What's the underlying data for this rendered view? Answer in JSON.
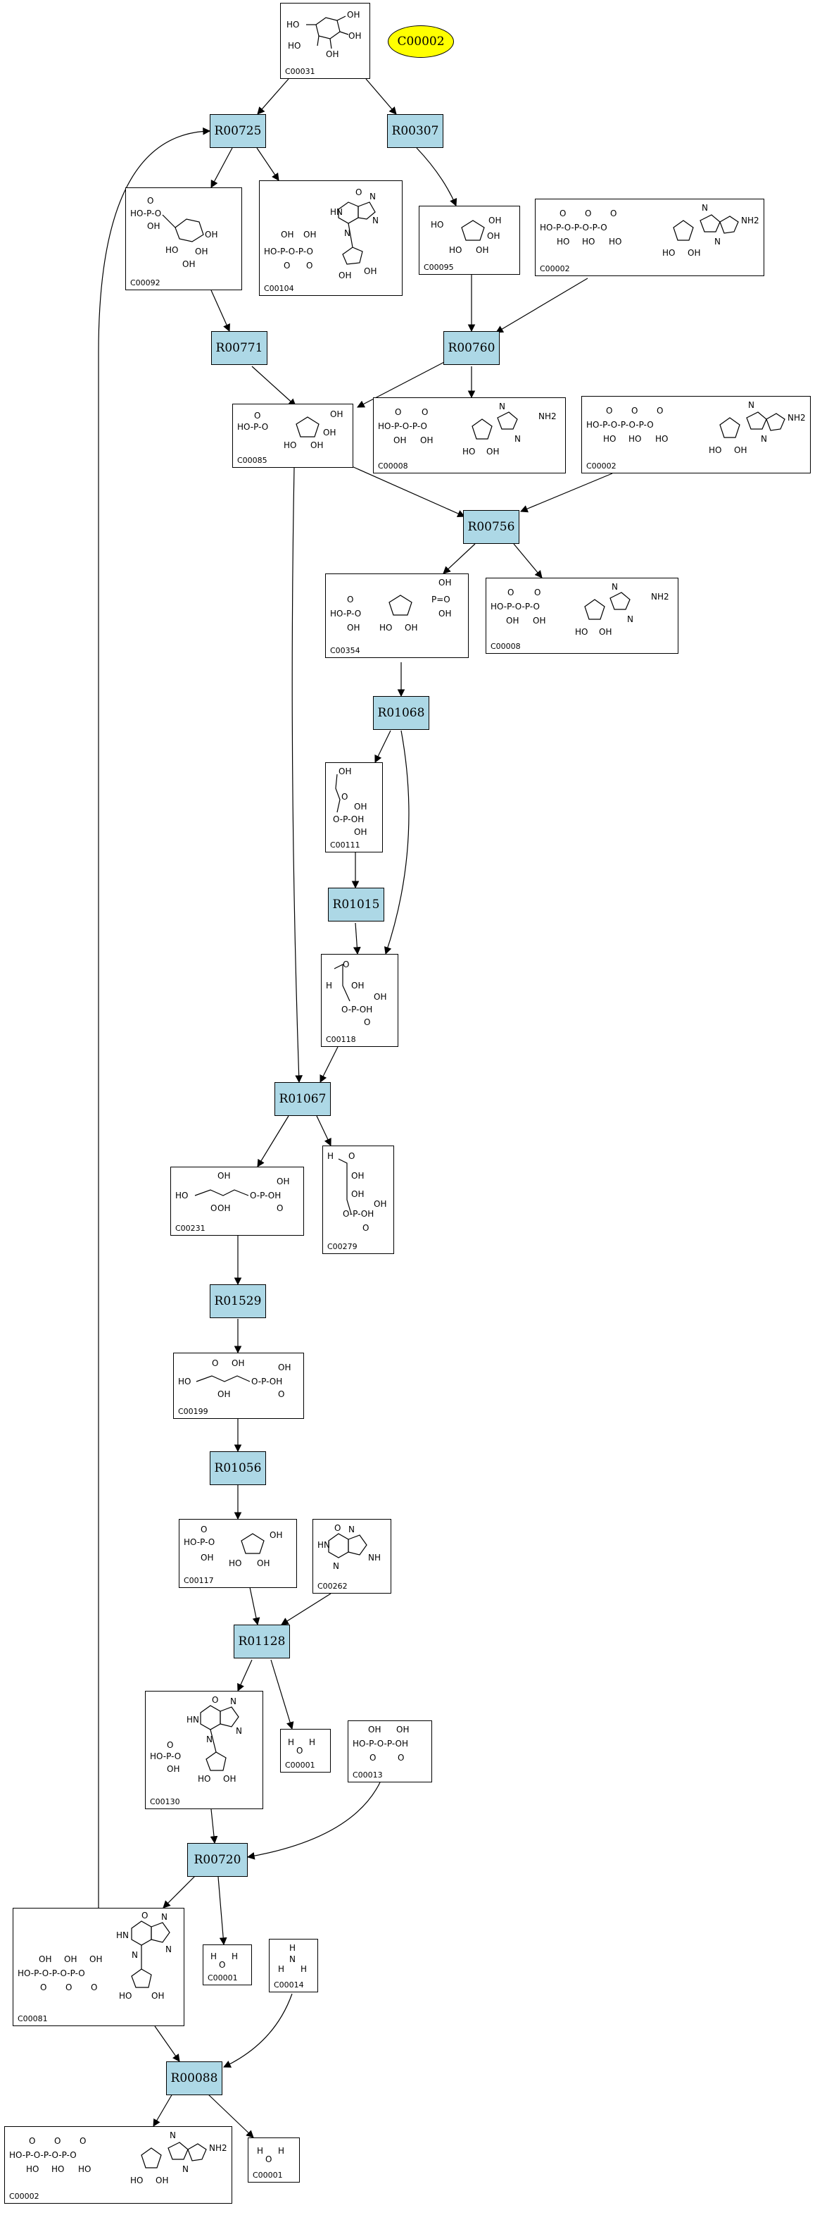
{
  "highlight": {
    "label": "C00002",
    "color": "#ffff00"
  },
  "reaction_color": "#add8e6",
  "reactions": {
    "r00725": "R00725",
    "r00307": "R00307",
    "r00771": "R00771",
    "r00760": "R00760",
    "r00756": "R00756",
    "r01068": "R01068",
    "r01015": "R01015",
    "r01067": "R01067",
    "r01529": "R01529",
    "r01056": "R01056",
    "r01128": "R01128",
    "r00720": "R00720",
    "r00088": "R00088"
  },
  "compounds": {
    "c00031": {
      "id": "C00031",
      "structure": "sugar-ring",
      "atoms": [
        "HO",
        "OH",
        "HO",
        "OH",
        "OH"
      ]
    },
    "c00092": {
      "id": "C00092",
      "structure": "sugar-phosphate",
      "atoms": [
        "HO-P-O",
        "O",
        "OH",
        "HO",
        "OH",
        "OH",
        "OH"
      ]
    },
    "c00104": {
      "id": "C00104",
      "structure": "nucleotide-diphosphate",
      "atoms": [
        "O",
        "HN",
        "N",
        "N",
        "N",
        "OH",
        "OH",
        "HO-P-O-P-O",
        "O",
        "O",
        "OH",
        "OH"
      ]
    },
    "c00095": {
      "id": "C00095",
      "structure": "furanose",
      "atoms": [
        "HO",
        "OH",
        "HO",
        "OH",
        "OH"
      ]
    },
    "c00002_a": {
      "id": "C00002",
      "structure": "atp",
      "atoms": [
        "HO-P-O-P-O-P-O",
        "O",
        "O",
        "O",
        "HO",
        "HO",
        "HO",
        "HO",
        "OH",
        "N",
        "N",
        "NH2"
      ]
    },
    "c00085": {
      "id": "C00085",
      "structure": "furanose-phosphate",
      "atoms": [
        "HO-P-O",
        "O",
        "OH",
        "OH",
        "HO",
        "OH"
      ]
    },
    "c00008": {
      "id": "C00008",
      "structure": "adp",
      "atoms": [
        "HO-P-O-P-O",
        "O",
        "O",
        "OH",
        "OH",
        "HO",
        "OH",
        "N",
        "N",
        "NH2"
      ]
    },
    "c00002_b": {
      "id": "C00002",
      "structure": "atp",
      "atoms": [
        "HO-P-O-P-O-P-O",
        "O",
        "O",
        "O",
        "HO",
        "HO",
        "HO",
        "HO",
        "OH",
        "N",
        "N",
        "NH2"
      ]
    },
    "c00354": {
      "id": "C00354",
      "structure": "bisphosphate",
      "atoms": [
        "HO-P-O",
        "O",
        "OH",
        "OH",
        "HO",
        "OH",
        "P=O",
        "OH"
      ]
    },
    "c00008_b": {
      "id": "C00008",
      "structure": "adp",
      "atoms": [
        "HO-P-O-P-O",
        "O",
        "O",
        "OH",
        "OH",
        "HO",
        "OH",
        "N",
        "N",
        "NH2"
      ]
    },
    "c00111": {
      "id": "C00111",
      "structure": "triose-phosphate",
      "atoms": [
        "OH",
        "O",
        "O-P-OH",
        "OH",
        "OH"
      ]
    },
    "c00118": {
      "id": "C00118",
      "structure": "aldehyde-phosphate",
      "atoms": [
        "O",
        "H",
        "OH",
        "O-P-OH",
        "OH",
        "O"
      ]
    },
    "c00231": {
      "id": "C00231",
      "structure": "pentulose-phosphate",
      "atoms": [
        "HO",
        "OH",
        "OH",
        "O-P-OH",
        "OH",
        "O",
        "O"
      ]
    },
    "c00279": {
      "id": "C00279",
      "structure": "tetrose-phosphate",
      "atoms": [
        "H",
        "O",
        "OH",
        "OH",
        "O-P-OH",
        "OH",
        "O"
      ]
    },
    "c00199": {
      "id": "C00199",
      "structure": "pentulose-phosphate",
      "atoms": [
        "HO",
        "O",
        "OH",
        "OH",
        "O-P-OH",
        "OH",
        "O"
      ]
    },
    "c00117": {
      "id": "C00117",
      "structure": "ribose-phosphate",
      "atoms": [
        "HO-P-O",
        "O",
        "OH",
        "HO",
        "OH",
        "OH"
      ]
    },
    "c00262": {
      "id": "C00262",
      "structure": "hypoxanthine",
      "atoms": [
        "O",
        "HN",
        "N",
        "N",
        "NH"
      ]
    },
    "c00001_a": {
      "id": "C00001",
      "structure": "water",
      "atoms": [
        "H",
        "O",
        "H"
      ]
    },
    "c00013": {
      "id": "C00013",
      "structure": "diphosphate",
      "atoms": [
        "HO-P-O-P-OH",
        "OH",
        "OH",
        "O",
        "O"
      ]
    },
    "c00130": {
      "id": "C00130",
      "structure": "nucleotide",
      "atoms": [
        "O",
        "HN",
        "N",
        "N",
        "N",
        "HO-P-O",
        "O",
        "OH",
        "HO",
        "OH"
      ]
    },
    "c00001_b": {
      "id": "C00001",
      "structure": "water",
      "atoms": [
        "H",
        "O",
        "H"
      ]
    },
    "c00014": {
      "id": "C00014",
      "structure": "ammonia",
      "atoms": [
        "H",
        "N",
        "H",
        "H"
      ]
    },
    "c00081": {
      "id": "C00081",
      "structure": "nucleotide-triphosphate",
      "atoms": [
        "O",
        "HN",
        "N",
        "N",
        "N",
        "OH",
        "OH",
        "OH",
        "HO-P-O-P-O-P-O",
        "O",
        "O",
        "O",
        "HO",
        "OH"
      ]
    },
    "c00002_c": {
      "id": "C00002",
      "structure": "atp",
      "atoms": [
        "HO-P-O-P-O-P-O",
        "O",
        "O",
        "O",
        "HO",
        "HO",
        "HO",
        "HO",
        "OH",
        "N",
        "N",
        "NH2"
      ]
    },
    "c00001_c": {
      "id": "C00001",
      "structure": "water",
      "atoms": [
        "H",
        "O",
        "H"
      ]
    }
  }
}
